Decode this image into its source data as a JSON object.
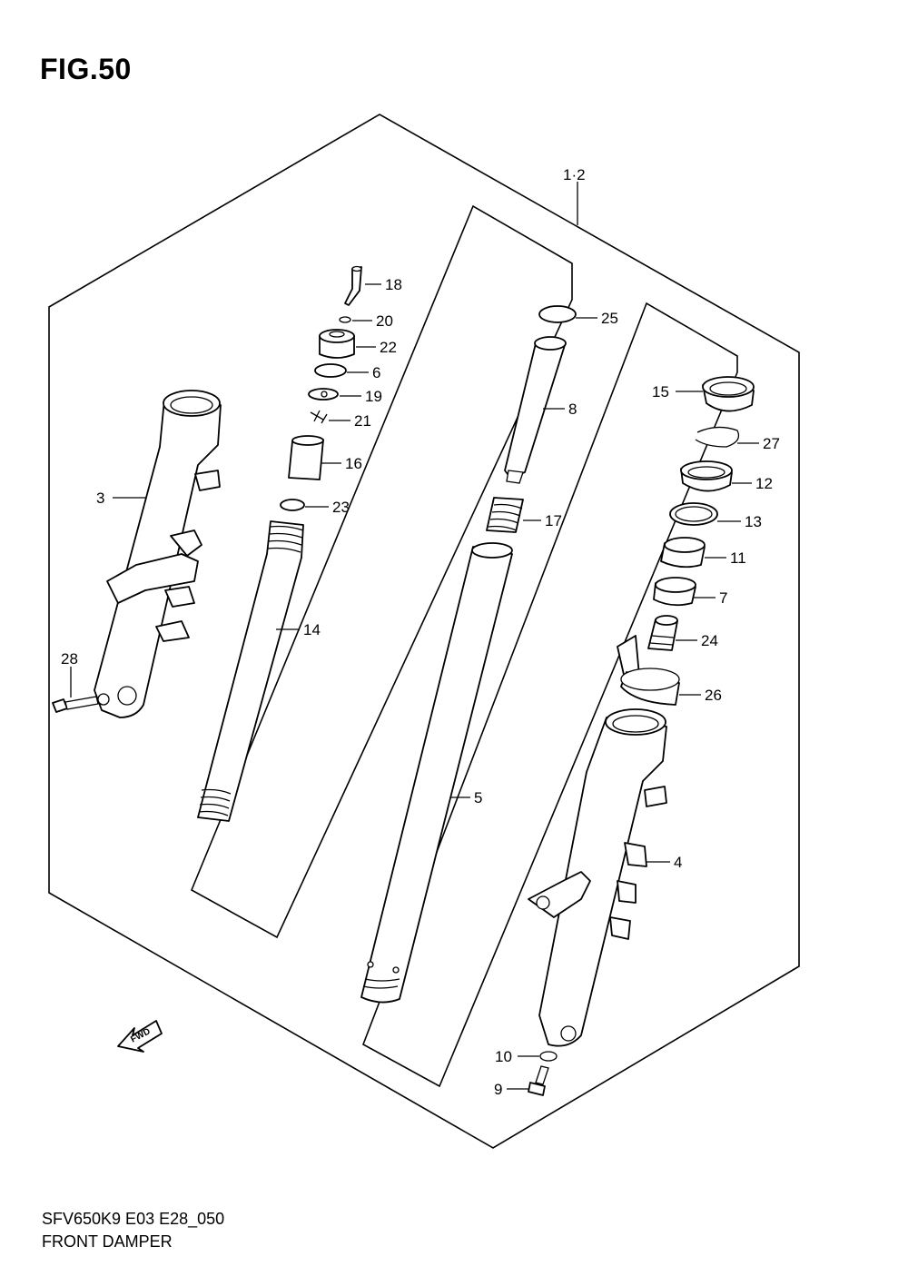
{
  "figure": {
    "title": "FIG.50",
    "code": "SFV650K9 E03 E28_050",
    "name": "FRONT DAMPER"
  },
  "assembly_label": "1·2",
  "fwd_label": "FWD",
  "callouts": [
    "3",
    "28",
    "18",
    "20",
    "22",
    "6",
    "19",
    "21",
    "16",
    "23",
    "14",
    "25",
    "8",
    "17",
    "5",
    "15",
    "27",
    "12",
    "13",
    "11",
    "7",
    "24",
    "26",
    "4",
    "10",
    "9"
  ]
}
